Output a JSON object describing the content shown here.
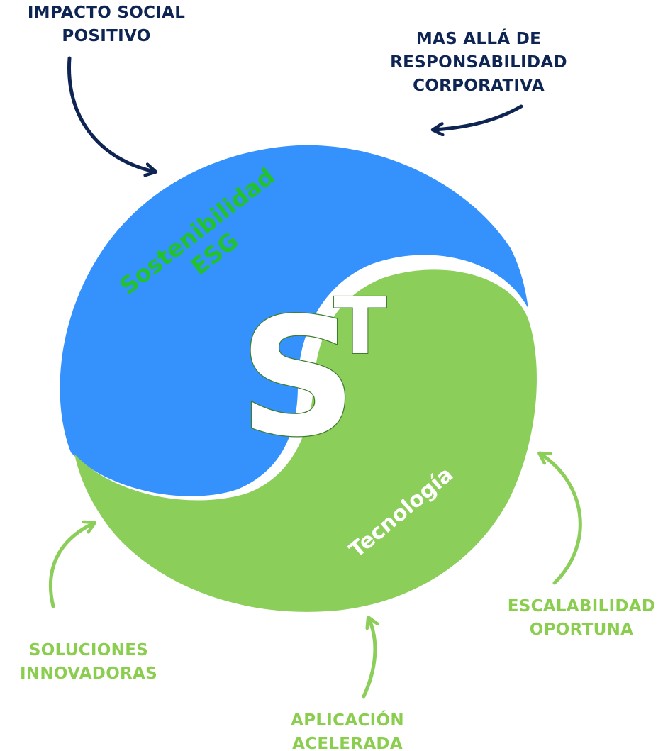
{
  "center": {
    "main_letter": "S",
    "superscript": "T"
  },
  "segments": {
    "top": {
      "label_line1": "Sostenibilidad",
      "label_line2": "ESG",
      "fill": "#3592fd",
      "text_color": "#21c22c"
    },
    "bottom": {
      "label": "Tecnología",
      "fill": "#8bce5a",
      "text_color": "#ffffff"
    }
  },
  "callouts": {
    "impacto": {
      "line1": "IMPACTO SOCIAL",
      "line2": "POSITIVO",
      "color": "#0e2452"
    },
    "mas_alla": {
      "line1": "MAS ALLÁ DE",
      "line2": "RESPONSABILIDAD",
      "line3": "CORPORATIVA",
      "color": "#0e2452"
    },
    "escalabilidad": {
      "line1": "ESCALABILIDAD",
      "line2": "OPORTUNA",
      "color": "#8bce4f"
    },
    "soluciones": {
      "line1": "SOLUCIONES",
      "line2": "INNOVADORAS",
      "color": "#8bce4f"
    },
    "aplicacion": {
      "line1": "APLICACIÓN",
      "line2": "ACELERADA",
      "color": "#8bce4f"
    }
  },
  "colors": {
    "navy": "#0e2452",
    "blue": "#3592fd",
    "green": "#8bce5a",
    "label_green": "#21c22c"
  }
}
